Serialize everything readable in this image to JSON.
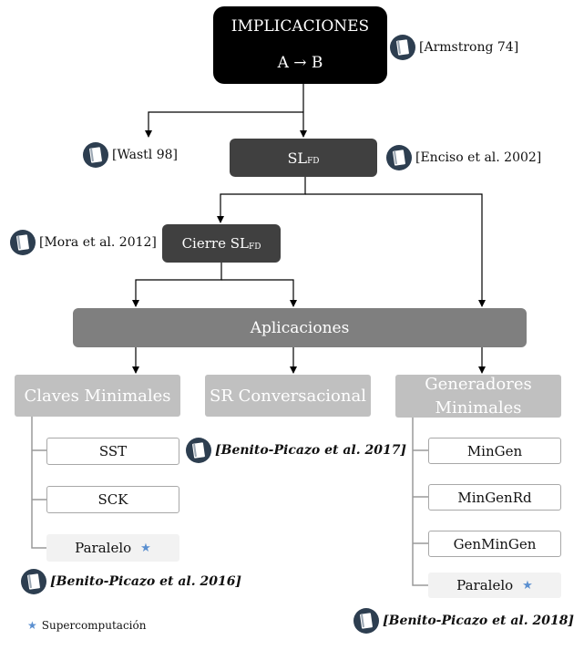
{
  "root": {
    "line1": "IMPLICACIONES",
    "line2": "A → B",
    "ref": "[Armstrong 74]"
  },
  "wastl": {
    "ref": "[Wastl 98]"
  },
  "slfd": {
    "main": "SL",
    "sub": "FD",
    "ref": "[Enciso et al. 2002]"
  },
  "cierre": {
    "main": "Cierre SL",
    "sub": "FD",
    "ref": "[Mora et al. 2012]"
  },
  "aplicaciones": {
    "label": "Aplicaciones"
  },
  "claves": {
    "label": "Claves Minimales",
    "items": [
      "SST",
      "SCK"
    ],
    "paralelo": "Paralelo",
    "ref": "[Benito-Picazo et al. 2016]"
  },
  "sr": {
    "label": "SR Conversacional",
    "ref": "[Benito-Picazo et al. 2017]"
  },
  "generadores": {
    "line1": "Generadores",
    "line2": "Minimales",
    "items": [
      "MinGen",
      "MinGenRd",
      "GenMinGen"
    ],
    "paralelo": "Paralelo",
    "ref": "[Benito-Picazo et al. 2018]"
  },
  "legend": {
    "star": "★",
    "text": "Supercomputación"
  },
  "colors": {
    "root_bg": "#000000",
    "dark_box": "#404040",
    "apps_bg": "#7f7f7f",
    "light_box": "#c0c0c0",
    "paralelo_bg": "#f2f2f2",
    "star": "#5a8fd0",
    "book_icon": "#2d3e50"
  }
}
